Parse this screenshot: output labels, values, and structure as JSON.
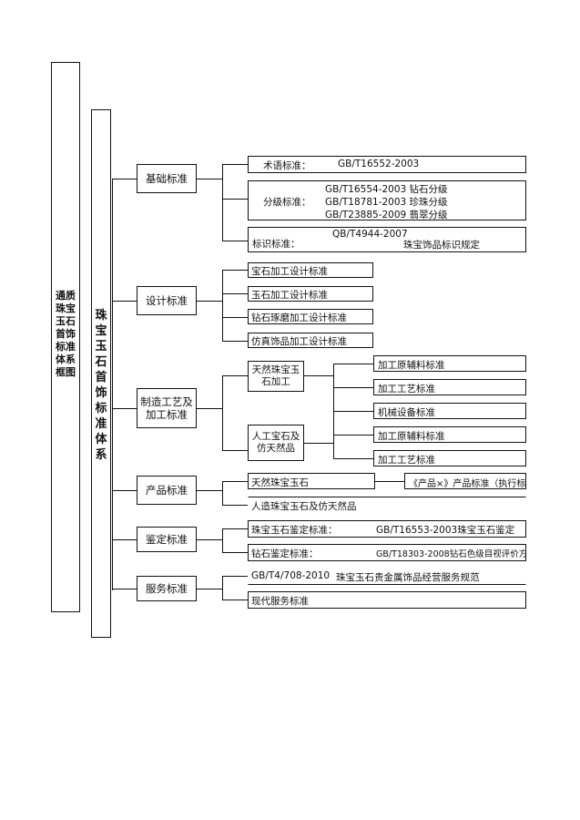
{
  "root": {
    "label": "通质珠宝玉石首饰标准体系框图"
  },
  "system": {
    "label": "珠宝玉石首饰标准体系"
  },
  "categories": {
    "basic": "基础标准",
    "design": "设计标准",
    "process": "制造工艺及加工标准",
    "product": "产品标准",
    "testing": "鉴定标准",
    "service": "服务标准"
  },
  "basic_items": {
    "term_label": "术语标准：",
    "term_code": "GB/T16552-2003",
    "grading_label": "分级标准：",
    "grading_1": "GB/T16554-2003  钻石分级",
    "grading_2": "GB/T18781-2003  珍珠分级",
    "grading_3": "GB/T23885-2009  翡翠分级",
    "mark_label": "标识标准：",
    "mark_code": "QB/T4944-2007",
    "mark_desc": "珠宝饰品标识规定"
  },
  "design_items": [
    "宝石加工设计标准",
    "玉石加工设计标准",
    "钻石琢磨加工设计标准",
    "仿真饰品加工设计标准"
  ],
  "process_sub": {
    "natural": "天然珠宝玉石加工",
    "artificial": "人工宝石及仿天然品"
  },
  "process_items": [
    "加工原辅料标准",
    "加工工艺标准",
    "机械设备标准",
    "加工原辅料标准",
    "加工工艺标准"
  ],
  "product_items": {
    "natural": "天然珠宝玉石",
    "natural_std": "《产品×》产品标准（执行标）",
    "artificial": "人造珠宝玉石及仿天然品"
  },
  "testing_items": {
    "item1_label": "珠宝玉石鉴定标准：",
    "item1_code": "GB/T16553-2003珠宝玉石鉴定",
    "item2_label": "钻石鉴定标准：",
    "item2_code": "GB/T18303-2008钻石色级目视评价方"
  },
  "service_items": {
    "item1_code": "GB/T4/708-2010",
    "item1_desc": "珠宝玉石贵金属饰品经营服务规范",
    "item2": "现代服务标准"
  }
}
